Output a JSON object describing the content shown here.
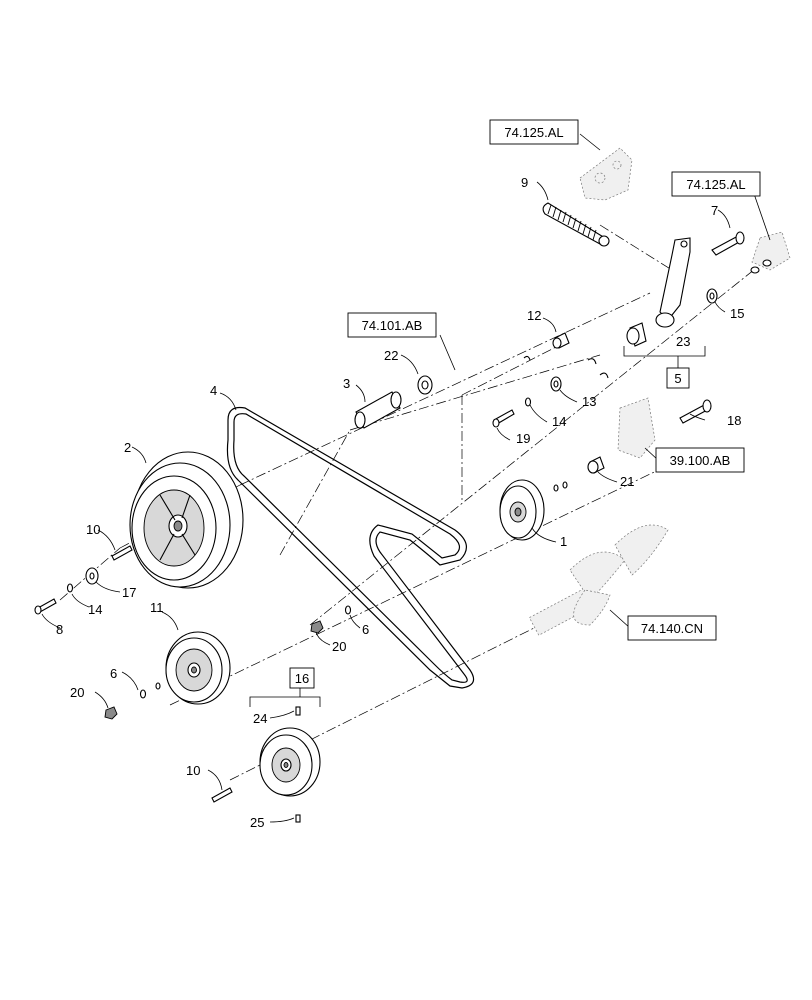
{
  "callouts": {
    "c1": "1",
    "c2": "2",
    "c3": "3",
    "c4": "4",
    "c5": "5",
    "c6a": "6",
    "c6b": "6",
    "c7": "7",
    "c8": "8",
    "c9": "9",
    "c10a": "10",
    "c10b": "10",
    "c11": "11",
    "c12": "12",
    "c13": "13",
    "c14a": "14",
    "c14b": "14",
    "c15": "15",
    "c16": "16",
    "c17": "17",
    "c18": "18",
    "c19": "19",
    "c20a": "20",
    "c20b": "20",
    "c21": "21",
    "c22": "22",
    "c23": "23",
    "c24": "24",
    "c25": "25"
  },
  "references": {
    "ref_74125al_a": "74.125.AL",
    "ref_74125al_b": "74.125.AL",
    "ref_74101ab": "74.101.AB",
    "ref_39100ab": "39.100.AB",
    "ref_74140cn": "74.140.CN"
  }
}
